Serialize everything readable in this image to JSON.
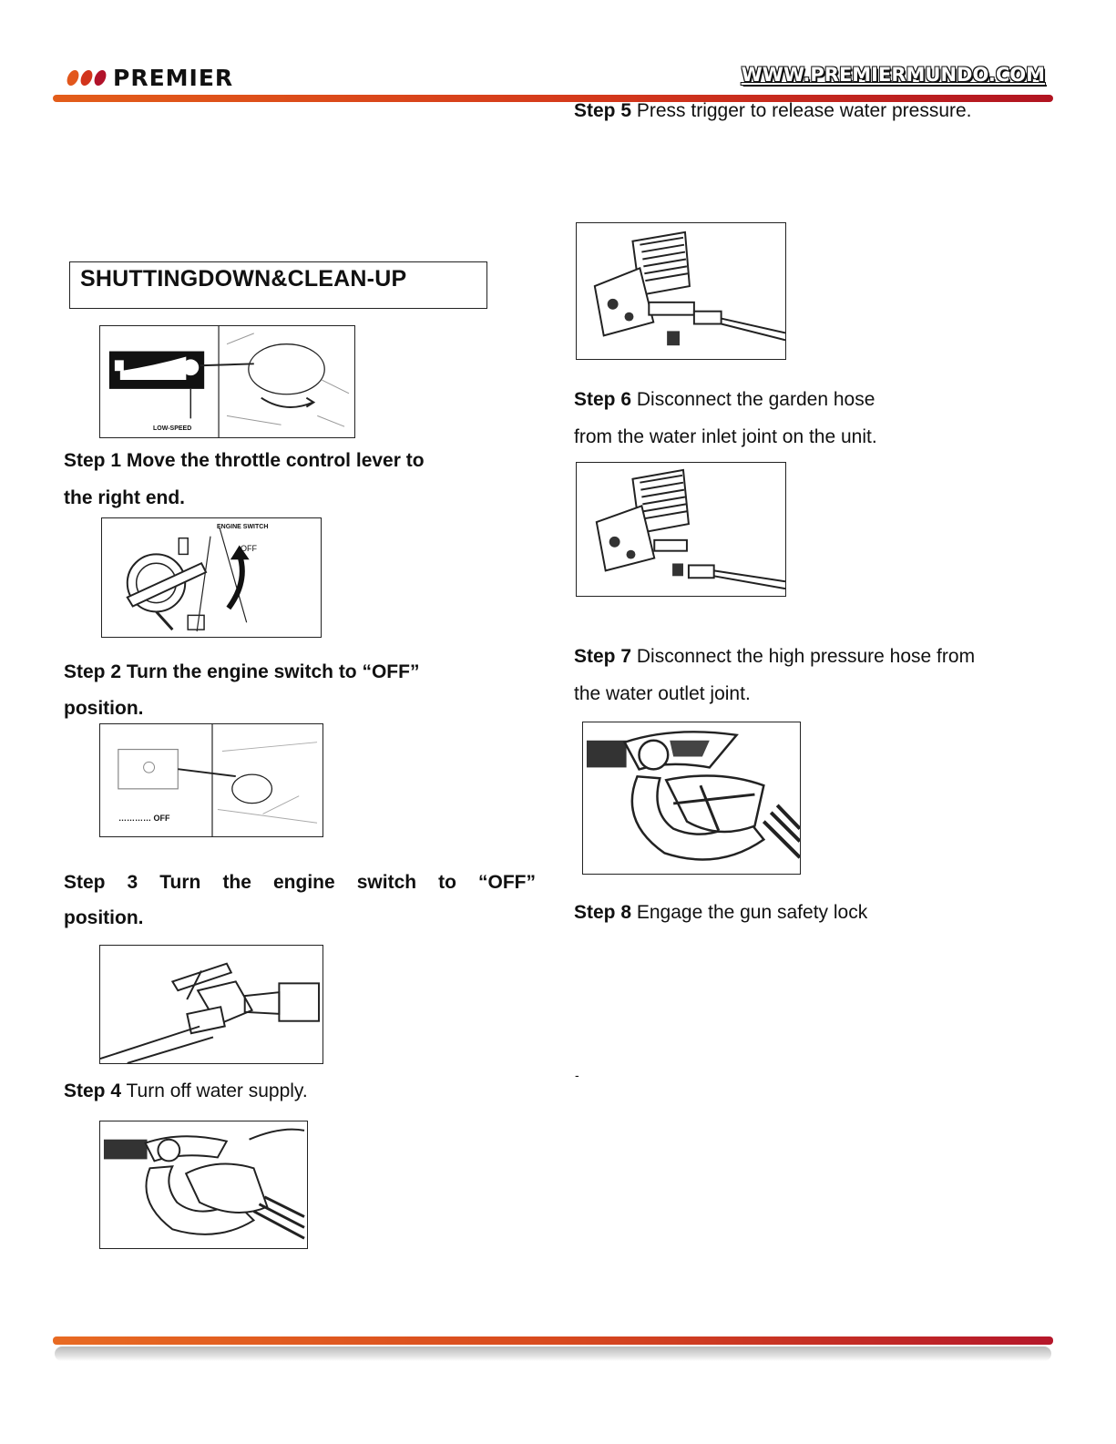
{
  "header": {
    "brand": "PREMIER",
    "url": "WWW.PREMIERMUNDO.COM",
    "dot_colors": [
      "#e2571c",
      "#d2341c",
      "#b1122a"
    ]
  },
  "section": {
    "title": "SHUTTINGDOWN&CLEAN-UP"
  },
  "figure_labels": {
    "low_speed": "LOW-SPEED",
    "engine_switch": "ENGINE SWITCH",
    "off_small": "OFF",
    "off_switch": "OFF"
  },
  "left_column": {
    "step1_line1": "Step 1 Move the throttle control lever to",
    "step1_line2": "the right end.",
    "step2_line1": "Step 2 Turn the engine switch to “OFF”",
    "step2_line2": "position.",
    "step3_line1": "Step 3 Turn the engine switch to “OFF”",
    "step3_line2": "position.",
    "step4_label": "Step 4",
    "step4_text": " Turn off water supply."
  },
  "right_column": {
    "step5_label": "Step 5",
    "step5_text": " Press trigger to release water pressure.",
    "step6_label": "Step 6",
    "step6_text": " Disconnect the garden hose",
    "step6_line2": "from the water inlet joint on the unit.",
    "step7_label": "Step 7",
    "step7_text": " Disconnect the high pressure hose from",
    "step7_line2": "the water outlet joint.",
    "step8_label": "Step 8",
    "step8_text": " Engage the gun safety lock",
    "stray_mark": "-"
  }
}
